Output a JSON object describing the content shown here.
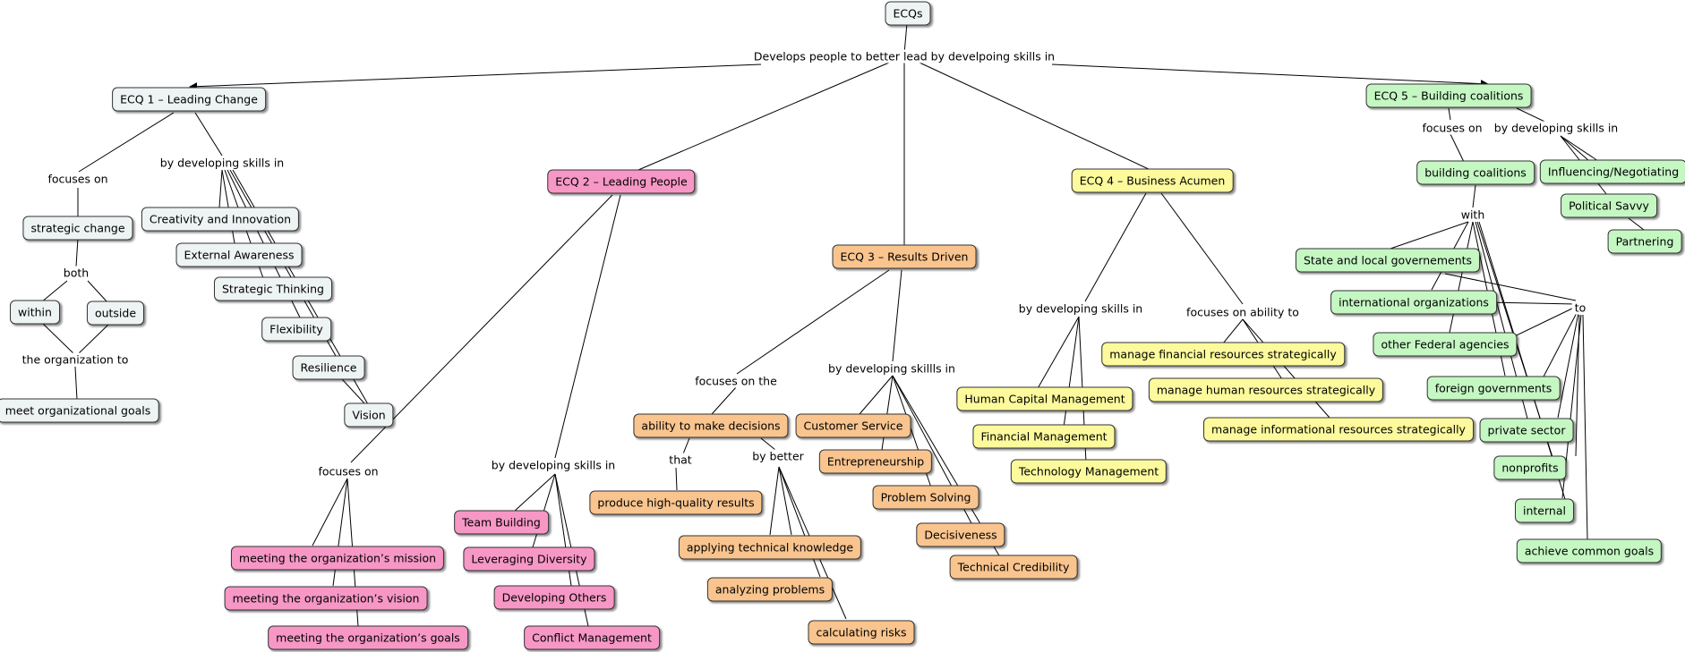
{
  "root": "ECQs",
  "root_link": "Develops people to better lead by develpoing skills in",
  "colors": {
    "neutral": "#eef3f4",
    "leading_people": "#f797c6",
    "results_driven": "#f9c48e",
    "business_acumen": "#fcfa9c",
    "building_coalitions": "#c5f7c3",
    "border": "#333333"
  },
  "ecq1": {
    "title": "ECQ 1 – Leading Change",
    "focuses_on": "focuses on",
    "strategic_change": "strategic change",
    "both": "both",
    "within": "within",
    "outside": "outside",
    "the_org_to": "the organization to",
    "meet_goals": "meet organizational goals",
    "by_dev": "by developing skills in",
    "skills": [
      "Creativity and Innovation",
      "External Awareness",
      "Strategic Thinking",
      "Flexibility",
      "Resilience",
      "Vision"
    ]
  },
  "ecq2": {
    "title": "ECQ 2 – Leading People",
    "focuses_on": "focuses on",
    "focus_items": [
      "meeting the organization’s mission",
      "meeting the organization’s vision",
      "meeting the organization’s goals"
    ],
    "by_dev": "by developing skills in",
    "skills": [
      "Team Building",
      "Leveraging Diversity",
      "Developing Others",
      "Conflict Management"
    ]
  },
  "ecq3": {
    "title": "ECQ 3 – Results Driven",
    "focuses_on_the": "focuses on the",
    "ability": "ability to make decisions",
    "that": "that",
    "produce": "produce high-quality results",
    "by_better": "by better",
    "better_items": [
      "applying technical knowledge",
      "analyzing problems",
      "calculating risks"
    ],
    "by_dev": "by developing skillls in",
    "skills": [
      "Customer Service",
      "Entrepreneurship",
      "Problem Solving",
      "Decisiveness",
      "Technical Credibility"
    ]
  },
  "ecq4": {
    "title": "ECQ 4 – Business Acumen",
    "by_dev": "by developing skills in",
    "skills": [
      "Human Capital Management",
      "Financial Management",
      "Technology Management"
    ],
    "focuses_on_ability": "focuses on ability to",
    "manage_items": [
      "manage financial resources strategically",
      "manage human resources strategically",
      "manage informational resources strategically"
    ]
  },
  "ecq5": {
    "title": "ECQ 5 – Building coalitions",
    "focuses_on": "focuses on",
    "building": "building coalitions",
    "with": "with",
    "partners": [
      "State and local governements",
      "international organizations",
      "other Federal agencies",
      "foreign governments",
      "private sector",
      "nonprofits",
      "internal"
    ],
    "to": "to",
    "achieve": "achieve common goals",
    "by_dev": "by developing skills in",
    "skills": [
      "Influencing/Negotiating",
      "Political Savvy",
      "Partnering"
    ]
  }
}
